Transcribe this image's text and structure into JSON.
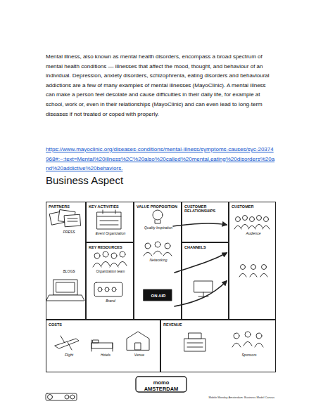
{
  "diagram": {
    "title": "Business Aspect",
    "nodes": [
      {
        "text": [
          "PARTNERS",
          "PRESS",
          "BLOGS"
        ]
      },
      {
        "text": [
          "KEY ACTIVITIES",
          "Event Organization"
        ]
      },
      {
        "text": [
          "KEY RESOURCES",
          "Organization team",
          "Brand"
        ]
      },
      {
        "text": [
          "VALUE PROPOSITION",
          "Quality Inspiration",
          "Networking",
          "ON AIR"
        ]
      },
      {
        "text": [
          "CUSTOMER RELATIONSHIPS"
        ]
      },
      {
        "text": [
          "CHANNELS"
        ]
      },
      {
        "text": [
          "CUSTOMER",
          "Audience"
        ]
      },
      {
        "text": [
          "COSTS",
          "Flight",
          "Hotels",
          "Venue"
        ]
      },
      {
        "text": [
          "REVENUE",
          "Sponsors"
        ]
      }
    ],
    "labels": [
      "Mental illness, also known as mental health disorders, encompass a broad spectrum of mental health conditions — illnesses that affect the mood, thought, and behaviour of an individual. Depression, anxiety disorders, schizophrenia, eating disorders and behavioural addictions are a few of many examples of mental illnesses (MayoClinic). A mental illness can make a person feel desolate and cause difficulties in their daily life, for example at school, work or, even in their relationships (MayoClinic) and can even lead to long-term diseases if not treated or coped with properly.",
      "https://www.mayoclinic.org/diseases-conditions/mental-illness/symptoms-causes/syc-20374968#:~:text=Mental%20illness%2C%20also%20called%20mental,eating%20disorders%20and%20addictive%20behaviors.",
      "momo AMSTERDAM",
      "Mobile Monday Amsterdam: Business Model Canvas"
    ]
  }
}
